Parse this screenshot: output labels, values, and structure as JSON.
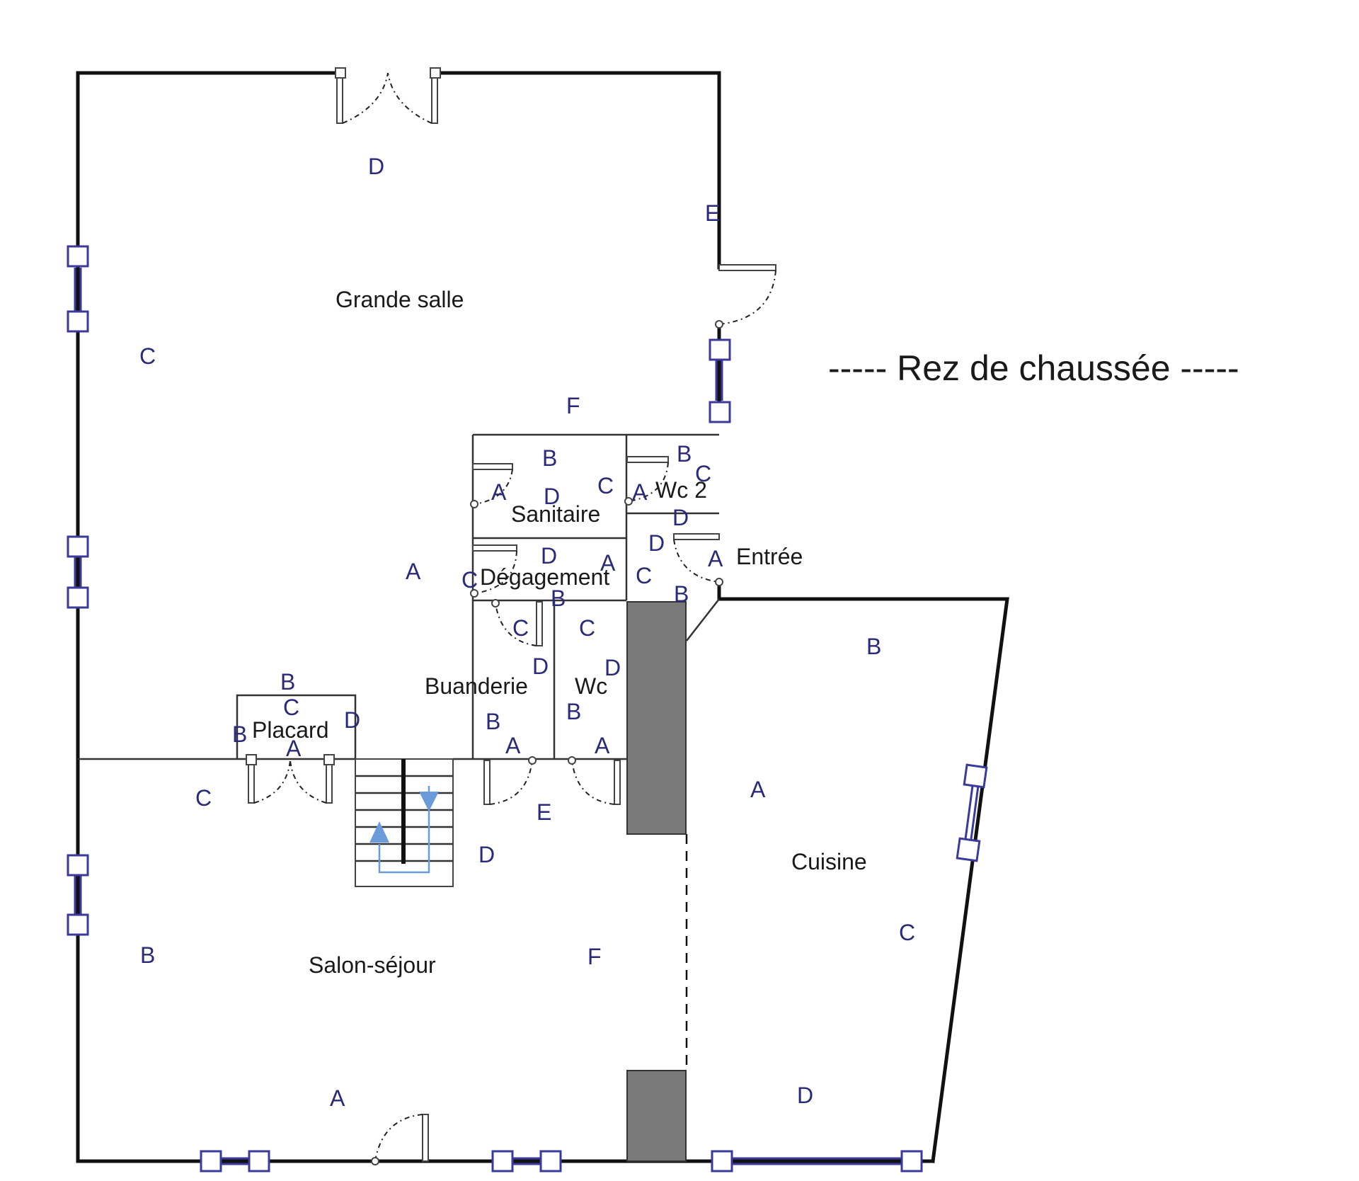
{
  "title": "----- Rez de chaussée -----",
  "rooms": {
    "grande_salle": "Grande salle",
    "sanitaire": "Sanitaire",
    "wc2": "Wc 2",
    "entree": "Entrée",
    "degagement": "Dégagement",
    "buanderie": "Buanderie",
    "wc": "Wc",
    "placard": "Placard",
    "cuisine": "Cuisine",
    "salon": "Salon-séjour"
  },
  "wall_labels": {
    "gs_d": "D",
    "gs_e": "E",
    "gs_c": "C",
    "gs_f": "F",
    "gs_a": "A",
    "san_b": "B",
    "san_a": "A",
    "san_d": "D",
    "san_c": "C",
    "wc2_b": "B",
    "wc2_c": "C",
    "wc2_a": "A",
    "wc2_d": "D",
    "ent_d": "D",
    "ent_a": "A",
    "ent_c": "C",
    "ent_b": "B",
    "deg_d": "D",
    "deg_a": "A",
    "deg_c": "C",
    "deg_b": "B",
    "bua_c": "C",
    "bua_d": "D",
    "bua_b": "B",
    "bua_a": "A",
    "wc_c": "C",
    "wc_d": "D",
    "wc_b": "B",
    "wc_a": "A",
    "pla_b": "B",
    "pla_c": "C",
    "pla_b2": "B",
    "pla_d": "D",
    "pla_a": "A",
    "sal_c": "C",
    "sal_e": "E",
    "sal_d": "D",
    "sal_b": "B",
    "sal_f": "F",
    "sal_a": "A",
    "cui_b": "B",
    "cui_a": "A",
    "cui_c": "C",
    "cui_d": "D"
  }
}
